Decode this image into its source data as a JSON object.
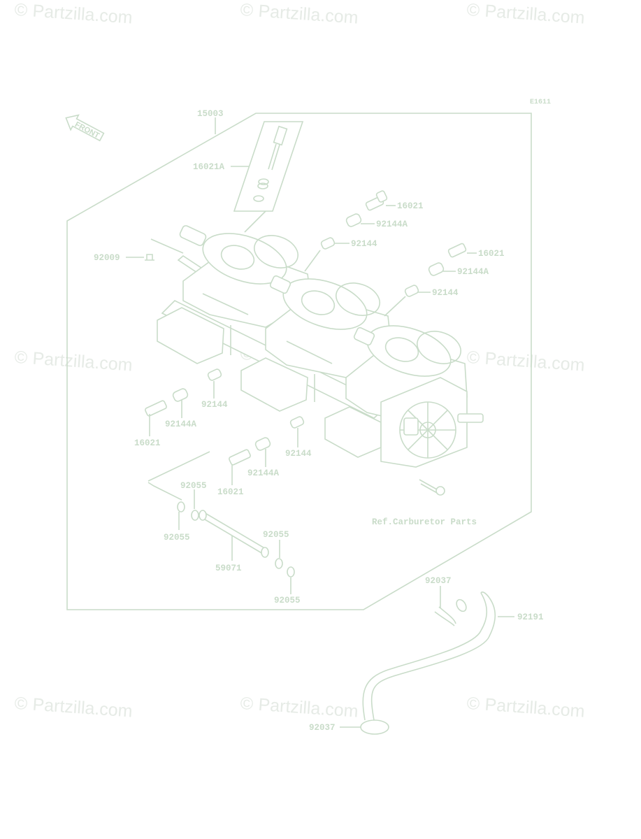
{
  "diagram_code": "E1611",
  "front_label": "FRONT",
  "watermark": "Partzilla.com",
  "watermark_symbol": "©",
  "reference_note": "Ref.Carburetor Parts",
  "labels": {
    "p15003": "15003",
    "p16021A": "16021A",
    "p16021_top": "16021",
    "p92144A_top": "92144A",
    "p92144_top": "92144",
    "p92009": "92009",
    "p16021_right": "16021",
    "p92144A_right": "92144A",
    "p92144_right": "92144",
    "p92144_left": "92144",
    "p92144A_left": "92144A",
    "p16021_left": "16021",
    "p92144_mid": "92144",
    "p92144A_mid": "92144A",
    "p16021_mid": "16021",
    "p92055_a": "92055",
    "p92055_b": "92055",
    "p92055_c": "92055",
    "p92055_d": "92055",
    "p59071": "59071",
    "p92037_top": "92037",
    "p92191": "92191",
    "p92037_bottom": "92037"
  },
  "colors": {
    "line": "#c9dcc9",
    "watermark": "#e6ebe6",
    "background": "#ffffff"
  }
}
